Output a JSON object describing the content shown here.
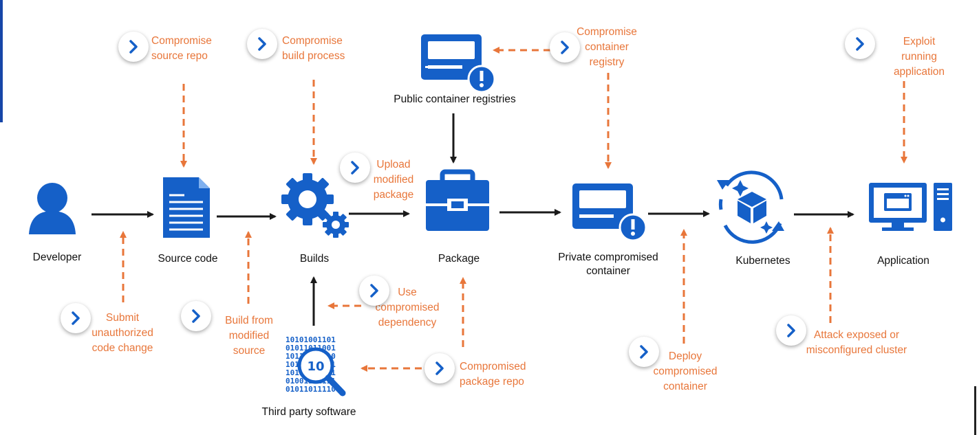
{
  "colors": {
    "node_blue": "#1560c8",
    "threat_orange": "#e8763a",
    "arrow_black": "#1a1a1a",
    "accent_bar": "#1646a8"
  },
  "nodes": {
    "developer": "Developer",
    "source_code": "Source code",
    "builds": "Builds",
    "package": "Package",
    "public_registries": "Public container registries",
    "private_container": "Private compromised\ncontainer",
    "kubernetes": "Kubernetes",
    "application": "Application",
    "third_party": "Third party software"
  },
  "threats": {
    "compromise_source_repo": "Compromise\nsource repo",
    "compromise_build_process": "Compromise\nbuild process",
    "compromise_container_registry": "Compromise\ncontainer\nregistry",
    "exploit_running_application": "Exploit running\napplication",
    "upload_modified_package": "Upload\nmodified\npackage",
    "submit_unauthorized_change": "Submit\nunauthorized\ncode change",
    "build_from_modified_source": "Build from\nmodified\nsource",
    "use_compromised_dependency": "Use\ncompromised\ndependency",
    "compromised_package_repo": "Compromised\npackage repo",
    "deploy_compromised_container": "Deploy\ncompromised\ncontainer",
    "attack_exposed_cluster": "Attack exposed or\nmisconfigured cluster"
  },
  "icons": {
    "developer": "person-icon",
    "source_code": "document-icon",
    "builds": "gears-icon",
    "package": "briefcase-icon",
    "registry": "container-registry-icon",
    "kubernetes": "kubernetes-cube-icon",
    "application": "desktop-computer-icon",
    "third_party": "binary-magnifier-icon",
    "chevron": "chevron-right-icon"
  }
}
